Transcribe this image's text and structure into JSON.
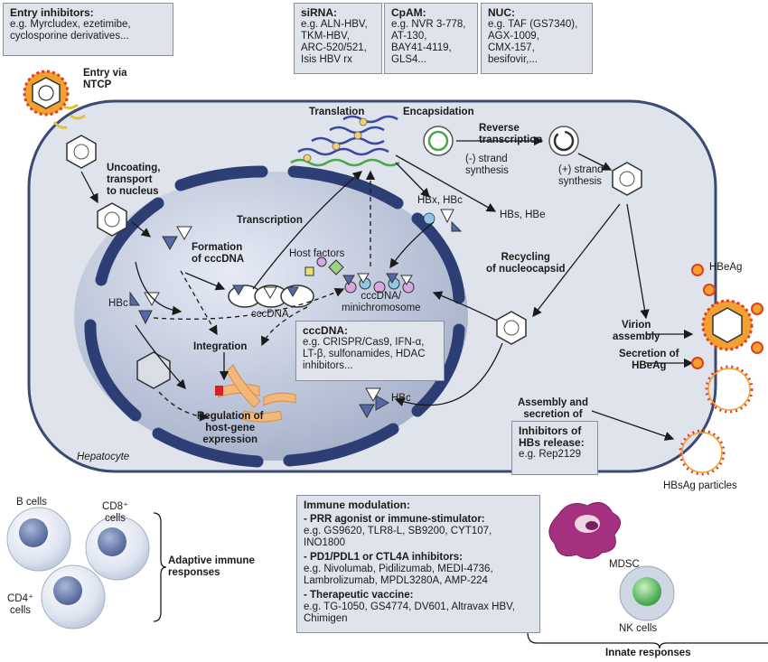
{
  "boxes": {
    "entry": {
      "title": "Entry inhibitors:",
      "body": "e.g. Myrcludex, ezetimibe,\ncyclosporine derivatives..."
    },
    "sirna": {
      "title": "siRNA:",
      "body": "e.g. ALN-HBV,\nTKM-HBV,\nARC-520/521,\nIsis HBV rx"
    },
    "cpam": {
      "title": "CpAM:",
      "body": "e.g. NVR 3-778,\nAT-130,\nBAY41-4119,\nGLS4..."
    },
    "nuc": {
      "title": "NUC:",
      "body": "e.g. TAF (GS7340),\nAGX-1009,\nCMX-157,\nbesifovir,..."
    },
    "cccdna": {
      "title": "cccDNA:",
      "body": "e.g. CRISPR/Cas9, IFN-α,\nLT-β, sulfonamides, HDAC\ninhibitors..."
    },
    "hbs": {
      "title": "Inhibitors of\nHBs release:",
      "body": "e.g. Rep2129"
    }
  },
  "immune": {
    "title": "Immune modulation:",
    "sections": [
      {
        "head": "- PRR agonist or immune-stimulator:",
        "body": "e.g. GS9620, TLR8-L, SB9200, CYT107,\nINO1800"
      },
      {
        "head": "- PD1/PDL1 or CTL4A inhibitors:",
        "body": "e.g. Nivolumab, Pidilizumab, MEDI-4736,\nLambrolizumab, MPDL3280A, AMP-224"
      },
      {
        "head": "- Therapeutic vaccine:",
        "body": "e.g. TG-1050, GS4774, DV601, Altravax HBV,\nChimigen"
      }
    ]
  },
  "labels": {
    "entry_ntcp": "Entry via\nNTCP",
    "uncoating": "Uncoating,\ntransport\nto nucleus",
    "translation": "Translation",
    "encapsidation": "Encapsidation",
    "rt": "Reverse\ntranscription",
    "minus": "(-) strand\nsynthesis",
    "plus": "(+) strand\nsynthesis",
    "transcription": "Transcription",
    "hbx_hbc": "HBx, HBc",
    "hbs_hbe": "HBs, HBe",
    "formation": "Formation\nof cccDNA",
    "host_factors": "Host factors",
    "cccdna": "cccDNA",
    "minichrom": "cccDNA/\nminichromosome",
    "recycling": "Recycling\nof nucleocapsid",
    "hbc_left": "HBc",
    "integration": "Integration",
    "regulation": "Regulation of\nhost-gene\nexpression",
    "hbc_bottom": "HBc",
    "hepatocyte": "Hepatocyte",
    "hbeag": "HBeAg",
    "virion": "Virion\nassembly",
    "secretion": "Secretion of\nHBeAg",
    "assembly": "Assembly and\nsecretion of",
    "hbsag": "HBsAg  particles",
    "bcells": "B cells",
    "cd8": "CD8⁺\ncells",
    "cd4": "CD4⁺\ncells",
    "adaptive": "Adaptive immune\nresponses",
    "mdsc": "MDSC",
    "nk": "NK cells",
    "innate": "Innate responses"
  },
  "colors": {
    "cell_fill": "#dfe3ec",
    "cell_stroke": "#3b4a72",
    "nucleus_fill": "#b8c2d8",
    "envelope": "#2d3e74",
    "box_fill": "#dfe3ec",
    "virus_red": "#d9411f",
    "virus_orange": "#f3a033",
    "mdsc": "#a5307f",
    "nk": "#3fae49",
    "chromosome": "#f2b77a"
  },
  "icons": [
    "virus-icon",
    "capsid-icon",
    "chromosome-icon",
    "immune-cell-icon",
    "rna-strand-icon",
    "protein-triangle-icon"
  ]
}
